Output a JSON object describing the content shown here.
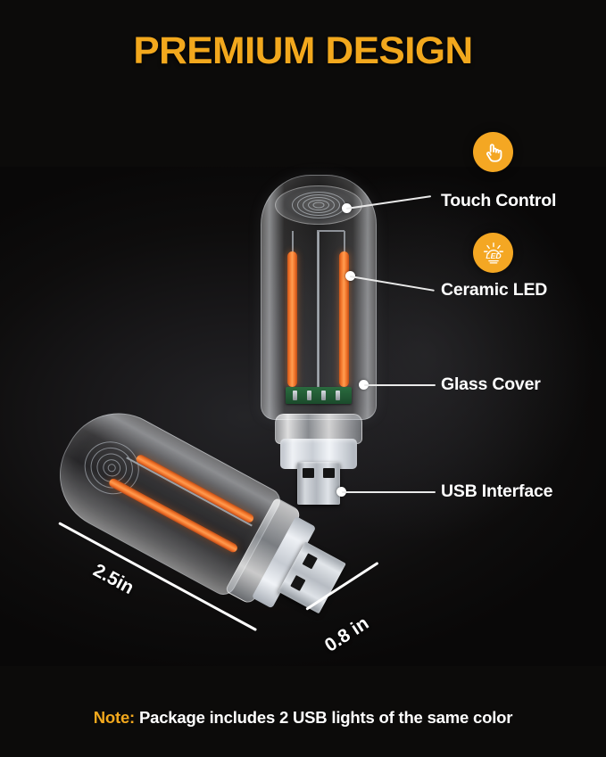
{
  "page": {
    "title": "PREMIUM DESIGN",
    "background_color": "#0c0b0a",
    "accent_color": "#F2A81D",
    "filament_color": "#F4782C",
    "label_color": "#FFFFFF"
  },
  "callouts": [
    {
      "label": "Touch Control",
      "icon": "touch-hand-icon"
    },
    {
      "label": "Ceramic LED",
      "icon": "led-bulb-icon"
    },
    {
      "label": "Glass Cover",
      "icon": ""
    },
    {
      "label": "USB Interface",
      "icon": ""
    }
  ],
  "dimensions": {
    "length": "2.5in",
    "width": "0.8 in"
  },
  "icon_text": {
    "led": "LED"
  },
  "note": {
    "prefix": "Note:",
    "text": "Package includes 2 USB lights of the same color"
  }
}
